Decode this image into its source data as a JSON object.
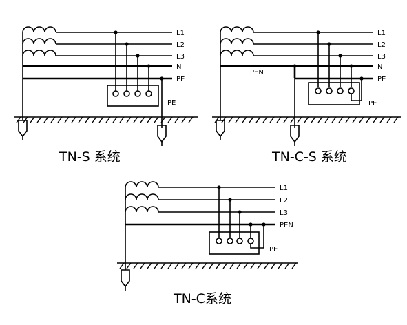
{
  "diagrams": {
    "tn_s": {
      "caption": "TN-S 系统",
      "wires": [
        "L1",
        "L2",
        "L3",
        "N",
        "PE"
      ],
      "box_pe": "PE"
    },
    "tn_c_s": {
      "caption": "TN-C-S 系统",
      "wires": [
        "L1",
        "L2",
        "L3",
        "N",
        "PE"
      ],
      "pen": "PEN",
      "box_pe": "PE"
    },
    "tn_c": {
      "caption": "TN-C系统",
      "wires": [
        "L1",
        "L2",
        "L3",
        "PEN"
      ],
      "box_pe": "PE"
    }
  }
}
